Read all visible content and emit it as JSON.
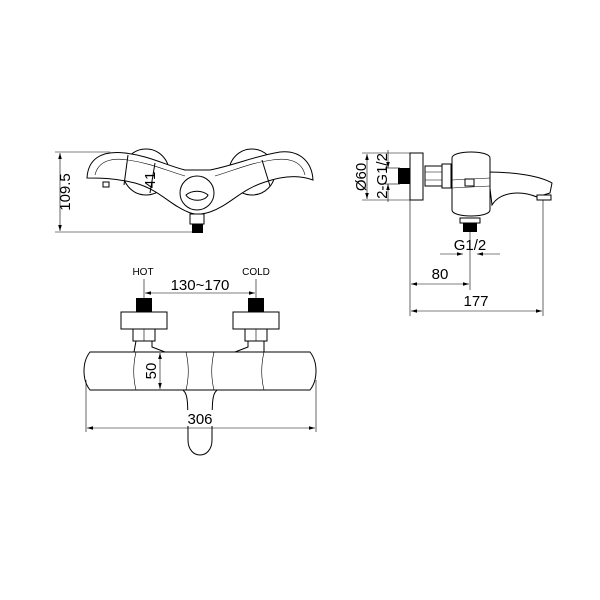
{
  "top_view": {
    "height_dim": "109.5",
    "handle_dim": "41"
  },
  "side_view": {
    "diameter_dim": "Ø60",
    "inlet_dim": "2-G1/2",
    "outlet_dim": "G1/2",
    "depth_to_outlet_dim": "80",
    "total_depth_dim": "177"
  },
  "front_view": {
    "hot_label": "HOT",
    "cold_label": "COLD",
    "centers_dim": "130~170",
    "body_height_dim": "50",
    "width_dim": "306"
  },
  "colors": {
    "line": "#000000",
    "background": "#ffffff"
  }
}
